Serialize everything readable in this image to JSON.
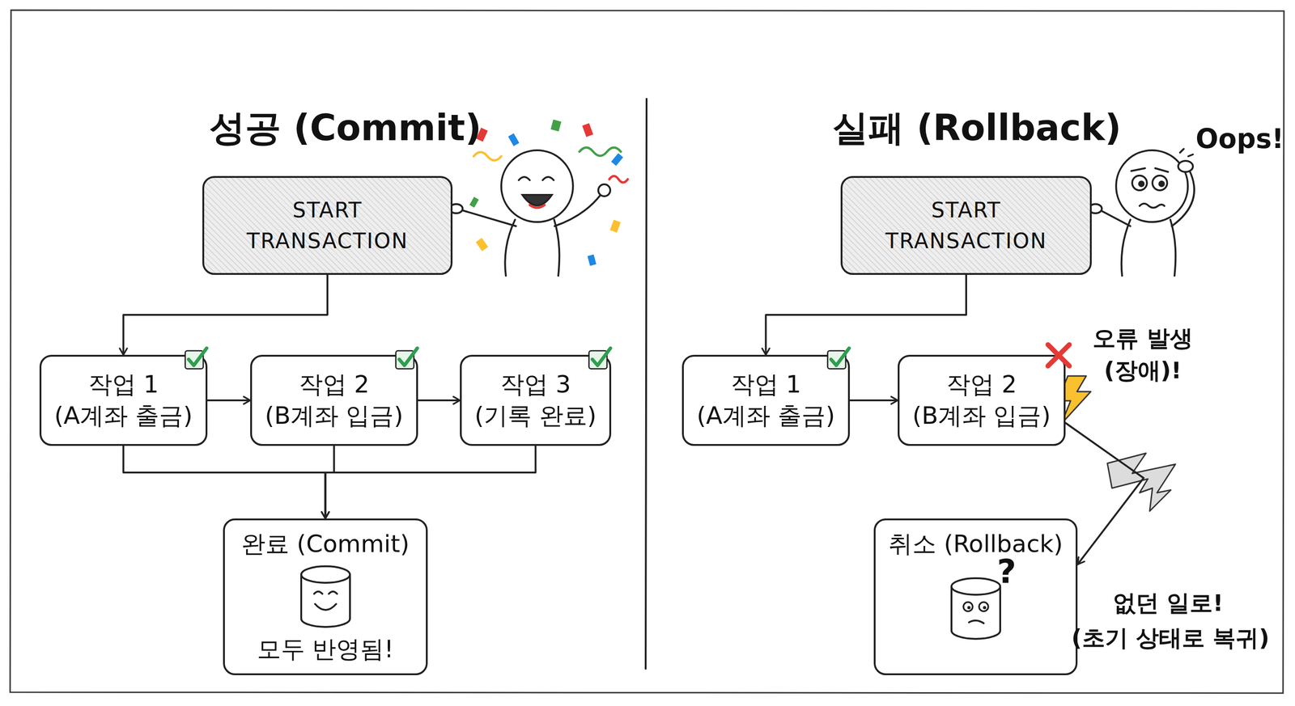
{
  "diagram": {
    "nodes": [
      {
        "text": [
          "START TRANSACTION"
        ]
      },
      {
        "text": [
          "작업 1",
          "(A계좌 출금)"
        ]
      },
      {
        "text": [
          "작업 2",
          "(B계좌 입금)"
        ]
      },
      {
        "text": [
          "작업 3",
          "(기록 완료)"
        ]
      },
      {
        "text": [
          "완료 (Commit)",
          "모두 반영됨!"
        ]
      },
      {
        "text": [
          "START TRANSACTION"
        ]
      },
      {
        "text": [
          "작업 1",
          "(A계좌 출금)"
        ]
      },
      {
        "text": [
          "작업 2",
          "(B계좌 입금)"
        ]
      },
      {
        "text": [
          "취소 (Rollback)"
        ]
      }
    ],
    "edges": [
      {
        "from": 0,
        "to": 1,
        "arrow": "to"
      },
      {
        "from": 1,
        "to": 2,
        "arrow": "to"
      },
      {
        "from": 2,
        "to": 3,
        "arrow": "to"
      },
      {
        "from": 1,
        "to": 4,
        "arrow": "to"
      },
      {
        "from": 2,
        "to": 4,
        "arrow": "to"
      },
      {
        "from": 3,
        "to": 4,
        "arrow": "to"
      },
      {
        "from": 5,
        "to": 6,
        "arrow": "to"
      },
      {
        "from": 6,
        "to": 7,
        "arrow": "to"
      },
      {
        "from": 7,
        "to": 8,
        "arrow": "to"
      }
    ],
    "labels": [
      "성공 (Commit)",
      "실패 (Rollback)",
      "Oops!",
      "오류 발생",
      "(장애)!",
      "?",
      "없던 일로!",
      "(초기 상태로 복귀)"
    ]
  }
}
